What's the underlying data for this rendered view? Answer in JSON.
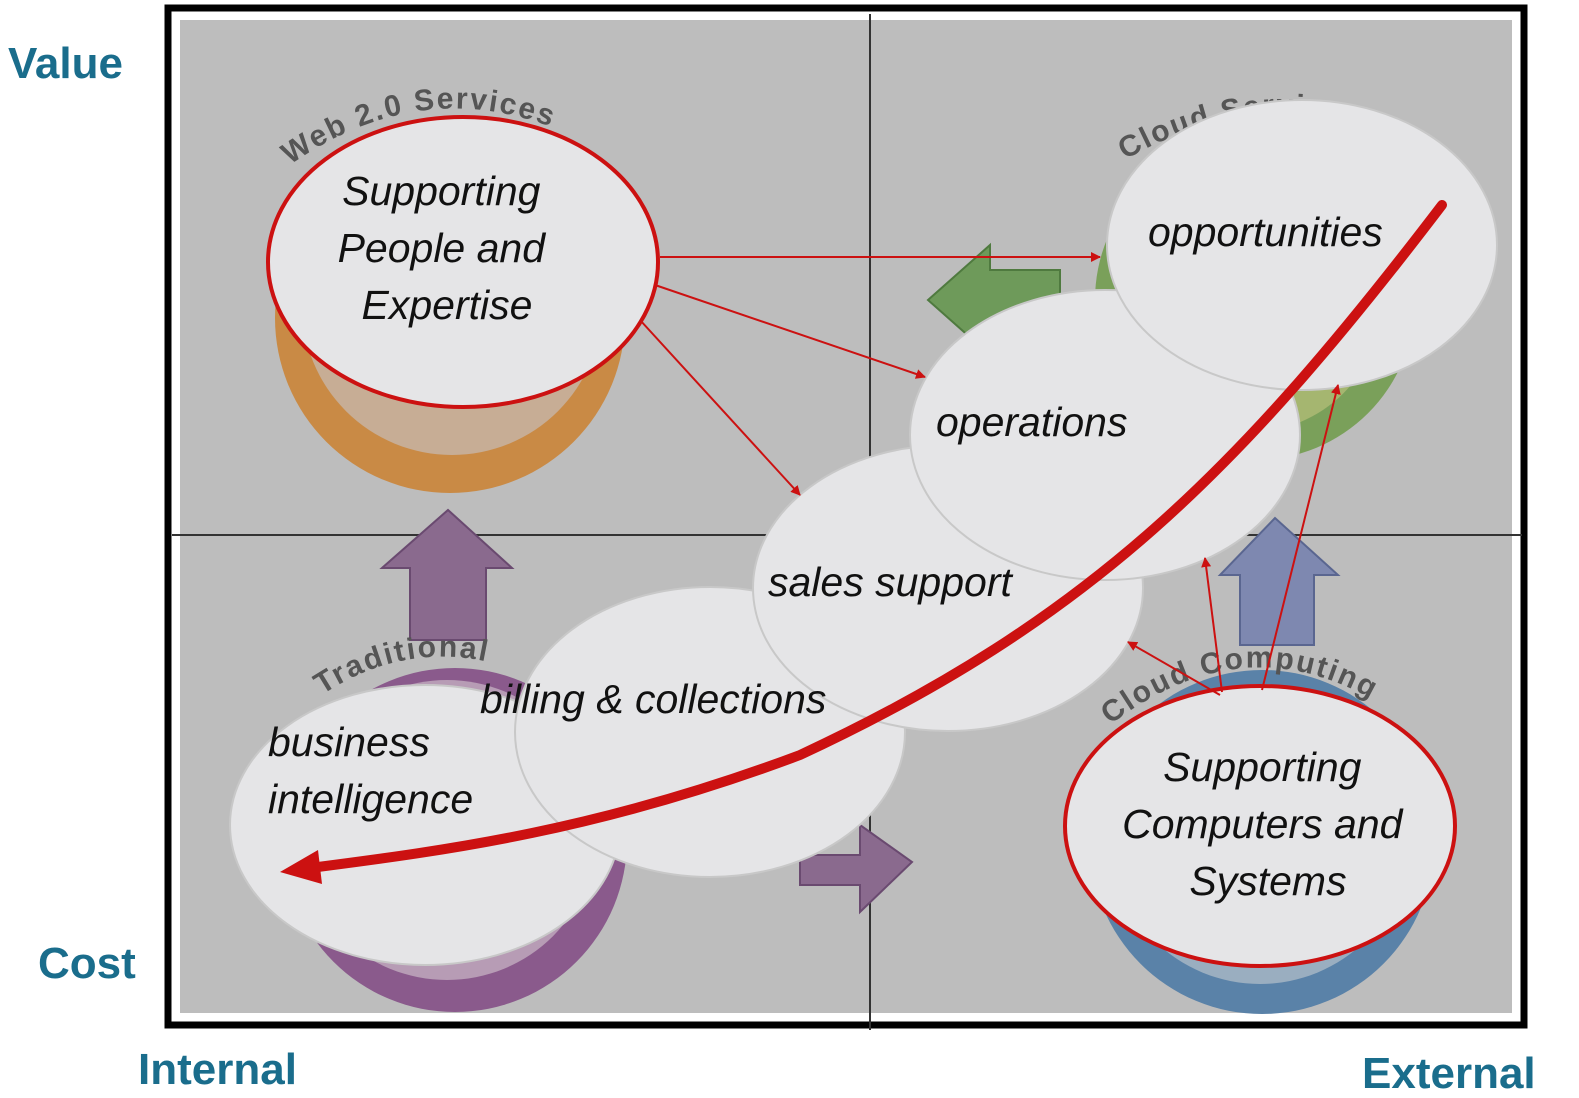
{
  "axes": {
    "y_top": "Value",
    "y_bottom": "Cost",
    "x_left": "Internal",
    "x_right": "External"
  },
  "quadrants": {
    "top_left": "Web 2.0 Services",
    "top_right": "Cloud Services",
    "bottom_left": "Traditional",
    "bottom_right": "Cloud Computing"
  },
  "nodes": {
    "people": [
      "Supporting",
      "People and",
      "Expertise"
    ],
    "computers": [
      "Supporting",
      "Computers and",
      "Systems"
    ],
    "opportunities": "opportunities",
    "operations": "operations",
    "sales": "sales support",
    "billing": "billing & collections",
    "bi": [
      "business",
      "intelligence"
    ]
  },
  "colors": {
    "highlight": "#cc1111",
    "axis_text": "#1a6d8c",
    "background": "#bdbdbd",
    "orange": "#c98a45",
    "purple": "#8a5a8c",
    "green": "#7aa05a",
    "blue": "#5a82a8"
  }
}
